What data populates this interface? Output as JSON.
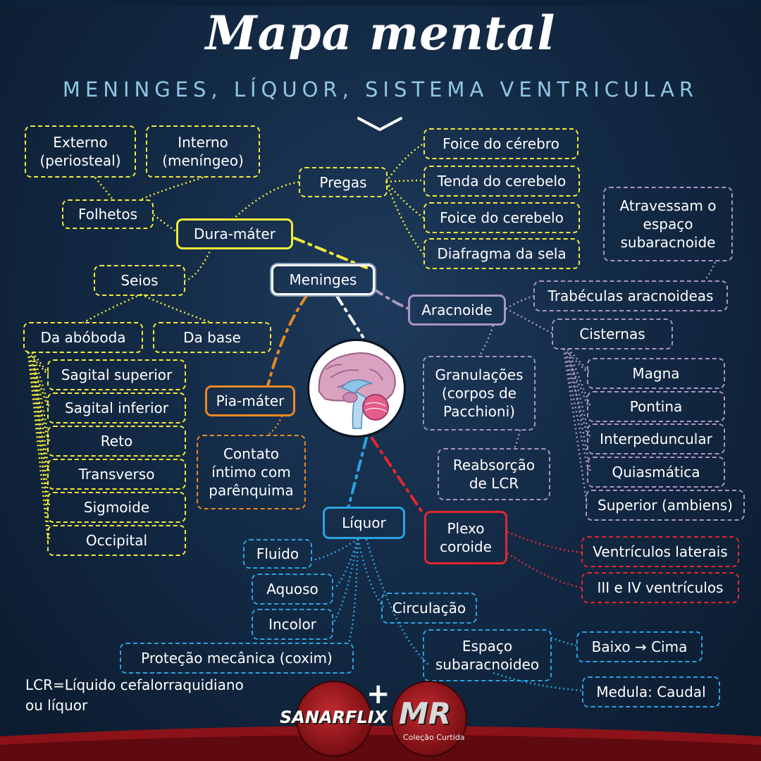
{
  "header": {
    "title": "Mapa mental",
    "subtitle": "MENINGES, LÍQUOR, SISTEMA VENTRICULAR"
  },
  "colors": {
    "dura": "#f2ea3a",
    "aracnoide": "#a896c4",
    "liquor": "#2aa4df",
    "plexo": "#e0282e",
    "pia": "#e88a24",
    "center": "#ffffff"
  },
  "nodes": {
    "meninges": "Meninges",
    "dura_mater": "Dura-máter",
    "folhetos": "Folhetos",
    "externo": "Externo\n(periosteal)",
    "interno": "Interno\n(meníngeo)",
    "pregas": "Pregas",
    "foice_cerebro": "Foice do cérebro",
    "tenda_cerebelo": "Tenda do cerebelo",
    "foice_cerebelo": "Foice do cerebelo",
    "diafragma_sela": "Diafragma da sela",
    "seios": "Seios",
    "da_aboboda": "Da abóboda",
    "da_base": "Da base",
    "sagital_superior": "Sagital superior",
    "sagital_inferior": "Sagital inferior",
    "reto": "Reto",
    "transverso": "Transverso",
    "sigmoide": "Sigmoide",
    "occipital": "Occipital",
    "aracnoide": "Aracnoide",
    "atravessam": "Atravessam o\nespaço\nsubaracnoide",
    "trabeculas": "Trabéculas aracnoideas",
    "cisternas": "Cisternas",
    "magna": "Magna",
    "pontina": "Pontina",
    "interpeduncular": "Interpeduncular",
    "quiasmatica": "Quiasmática",
    "superior_ambiens": "Superior (ambiens)",
    "granulacoes": "Granulações\n(corpos de\nPacchioni)",
    "reabsorcao": "Reabsorção\nde LCR",
    "pia_mater": "Pia-máter",
    "contato": "Contato\níntimo com\nparênquima",
    "liquor": "Líquor",
    "fluido": "Fluido",
    "aquoso": "Aquoso",
    "incolor": "Incolor",
    "protecao": "Proteção mecânica (coxim)",
    "circulacao": "Circulação",
    "espaco_sub": "Espaço\nsubaracnoideo",
    "baixo_cima": "Baixo → Cima",
    "medula_caudal": "Medula: Caudal",
    "plexo_coroide": "Plexo\ncoroide",
    "ventriculos_laterais": "Ventrículos laterais",
    "iii_iv": "III e IV ventrículos"
  },
  "footnote": "LCR=Líquido  cefalorraquidiano\nou líquor",
  "logos": {
    "left": "SANARFLIX",
    "right": "MR",
    "right_sub": "Coleção Curtida"
  },
  "icons": {
    "chevron": "chevron-down-icon",
    "brain": "brain-illustration-icon",
    "plus": "plus-icon"
  }
}
